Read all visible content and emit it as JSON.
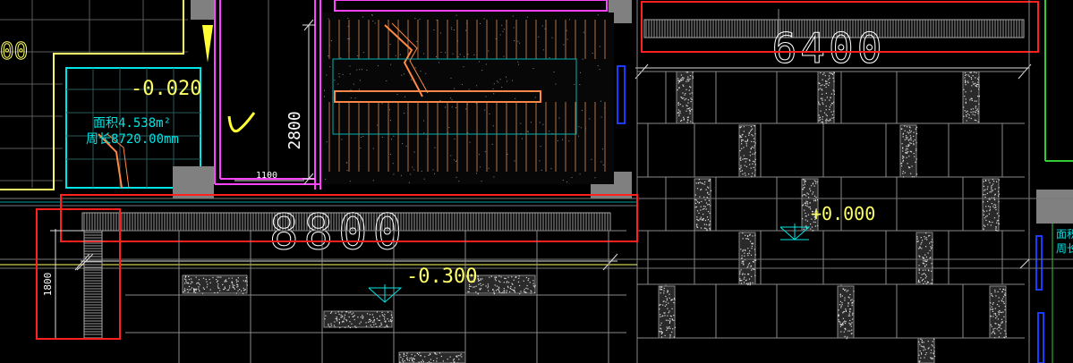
{
  "drawing": {
    "dims": {
      "dim_2800": "2800",
      "dim_1100": "1100",
      "dim_8800": "8800",
      "dim_6400": "6400",
      "dim_1800": "1800",
      "dim_00": "00"
    },
    "levels": {
      "level_room": "-0.020",
      "level_floor": "+0.000",
      "level_lower": "-0.300"
    },
    "room_info": {
      "area": "面积4.538m²",
      "perimeter": "周长8720.00mm"
    },
    "partial_right": {
      "line1": "面积",
      "line2": "周长"
    },
    "mark": "V",
    "colors": {
      "background": "#000000",
      "white": "#ffffff",
      "yellow": "#ffff66",
      "cyan": "#00e5e5",
      "magenta": "#ff44ff",
      "red": "#ff2020",
      "green": "#33cc33",
      "gray_block": "#808080",
      "orange": "#ff8844",
      "blue": "#1a3cff"
    }
  }
}
